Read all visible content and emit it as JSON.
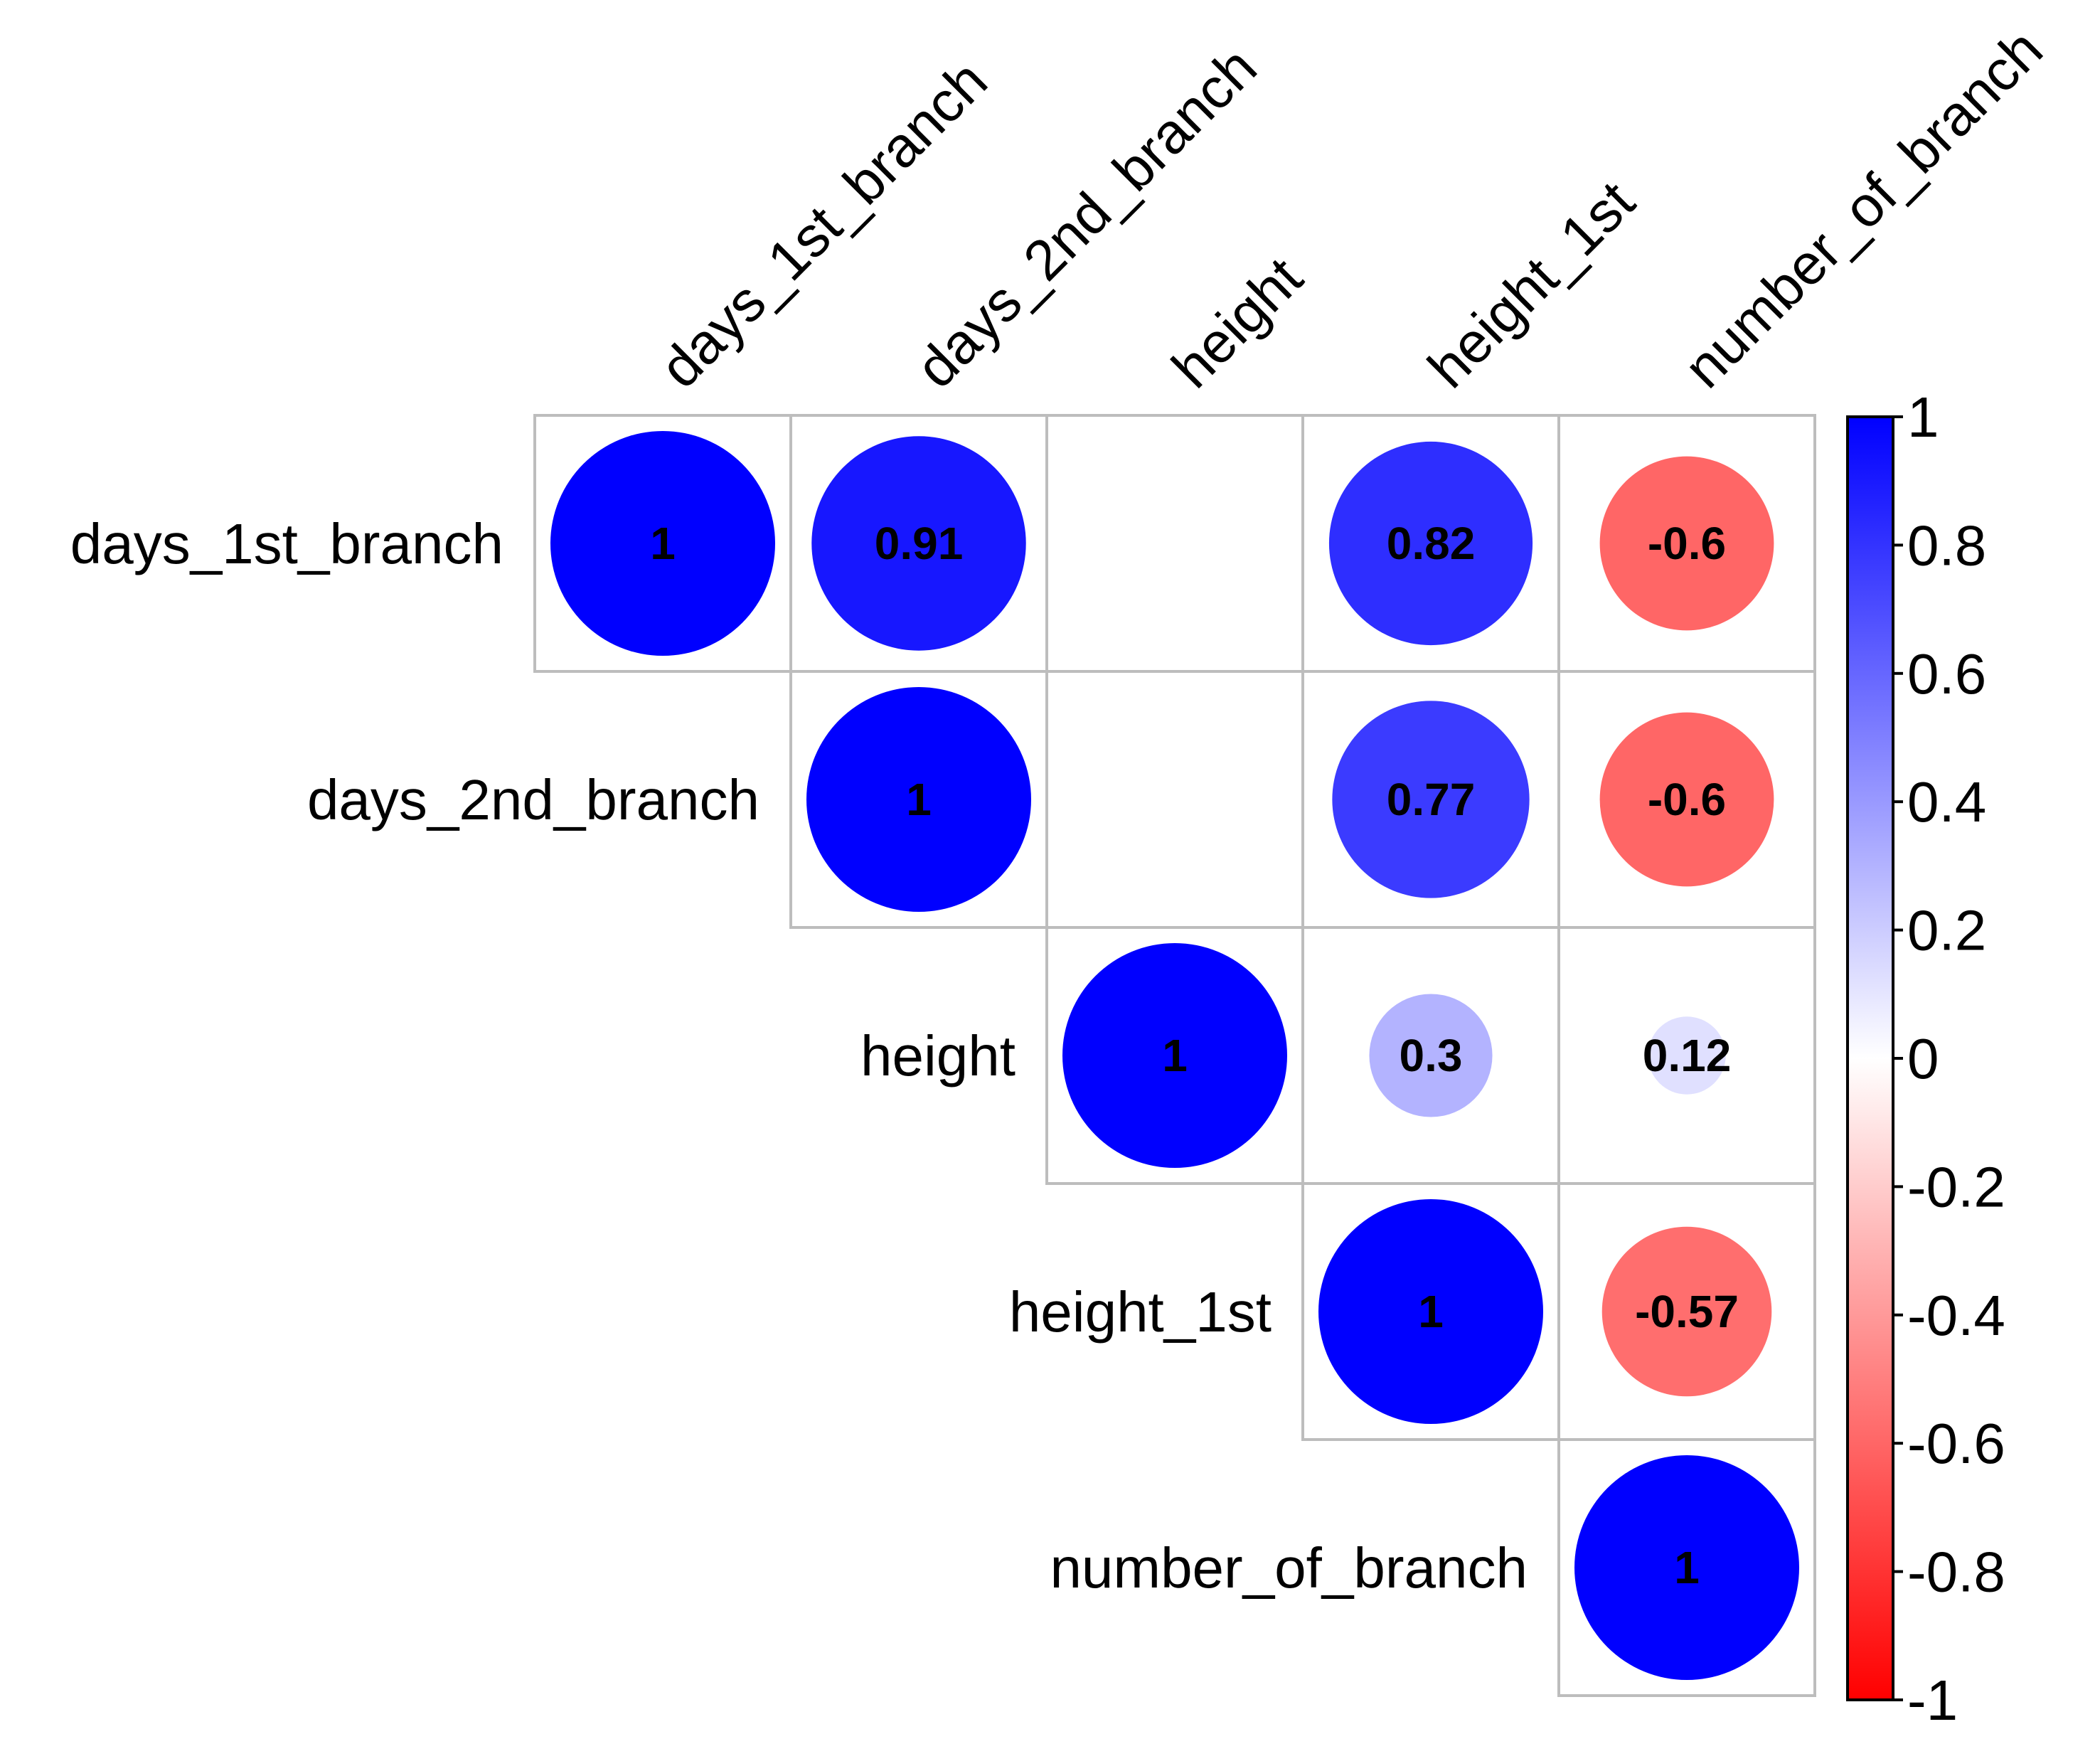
{
  "chart_data": {
    "type": "heatmap",
    "variables": [
      "days_1st_branch",
      "days_2nd_branch",
      "height",
      "height_1st",
      "number_of_branch"
    ],
    "cells": [
      {
        "row": 0,
        "col": 0,
        "value": 1,
        "label": "1"
      },
      {
        "row": 0,
        "col": 1,
        "value": 0.91,
        "label": "0.91"
      },
      {
        "row": 0,
        "col": 2,
        "value": null,
        "label": ""
      },
      {
        "row": 0,
        "col": 3,
        "value": 0.82,
        "label": "0.82"
      },
      {
        "row": 0,
        "col": 4,
        "value": -0.6,
        "label": "-0.6"
      },
      {
        "row": 1,
        "col": 1,
        "value": 1,
        "label": "1"
      },
      {
        "row": 1,
        "col": 2,
        "value": null,
        "label": ""
      },
      {
        "row": 1,
        "col": 3,
        "value": 0.77,
        "label": "0.77"
      },
      {
        "row": 1,
        "col": 4,
        "value": -0.6,
        "label": "-0.6"
      },
      {
        "row": 2,
        "col": 2,
        "value": 1,
        "label": "1"
      },
      {
        "row": 2,
        "col": 3,
        "value": 0.3,
        "label": "0.3"
      },
      {
        "row": 2,
        "col": 4,
        "value": 0.12,
        "label": "0.12"
      },
      {
        "row": 3,
        "col": 3,
        "value": 1,
        "label": "1"
      },
      {
        "row": 3,
        "col": 4,
        "value": -0.57,
        "label": "-0.57"
      },
      {
        "row": 4,
        "col": 4,
        "value": 1,
        "label": "1"
      }
    ],
    "colorbar": {
      "range": [
        -1,
        1
      ],
      "ticks": [
        1,
        0.8,
        0.6,
        0.4,
        0.2,
        0,
        -0.2,
        -0.4,
        -0.6,
        -0.8,
        -1
      ],
      "tick_labels": [
        "1",
        "0.8",
        "0.6",
        "0.4",
        "0.2",
        "0",
        "-0.2",
        "-0.4",
        "-0.6",
        "-0.8",
        "-1"
      ],
      "colors": {
        "positive": "#0000ff",
        "zero": "#ffffff",
        "negative": "#ff0000"
      }
    },
    "grid": true,
    "layout": "upper-triangle"
  }
}
